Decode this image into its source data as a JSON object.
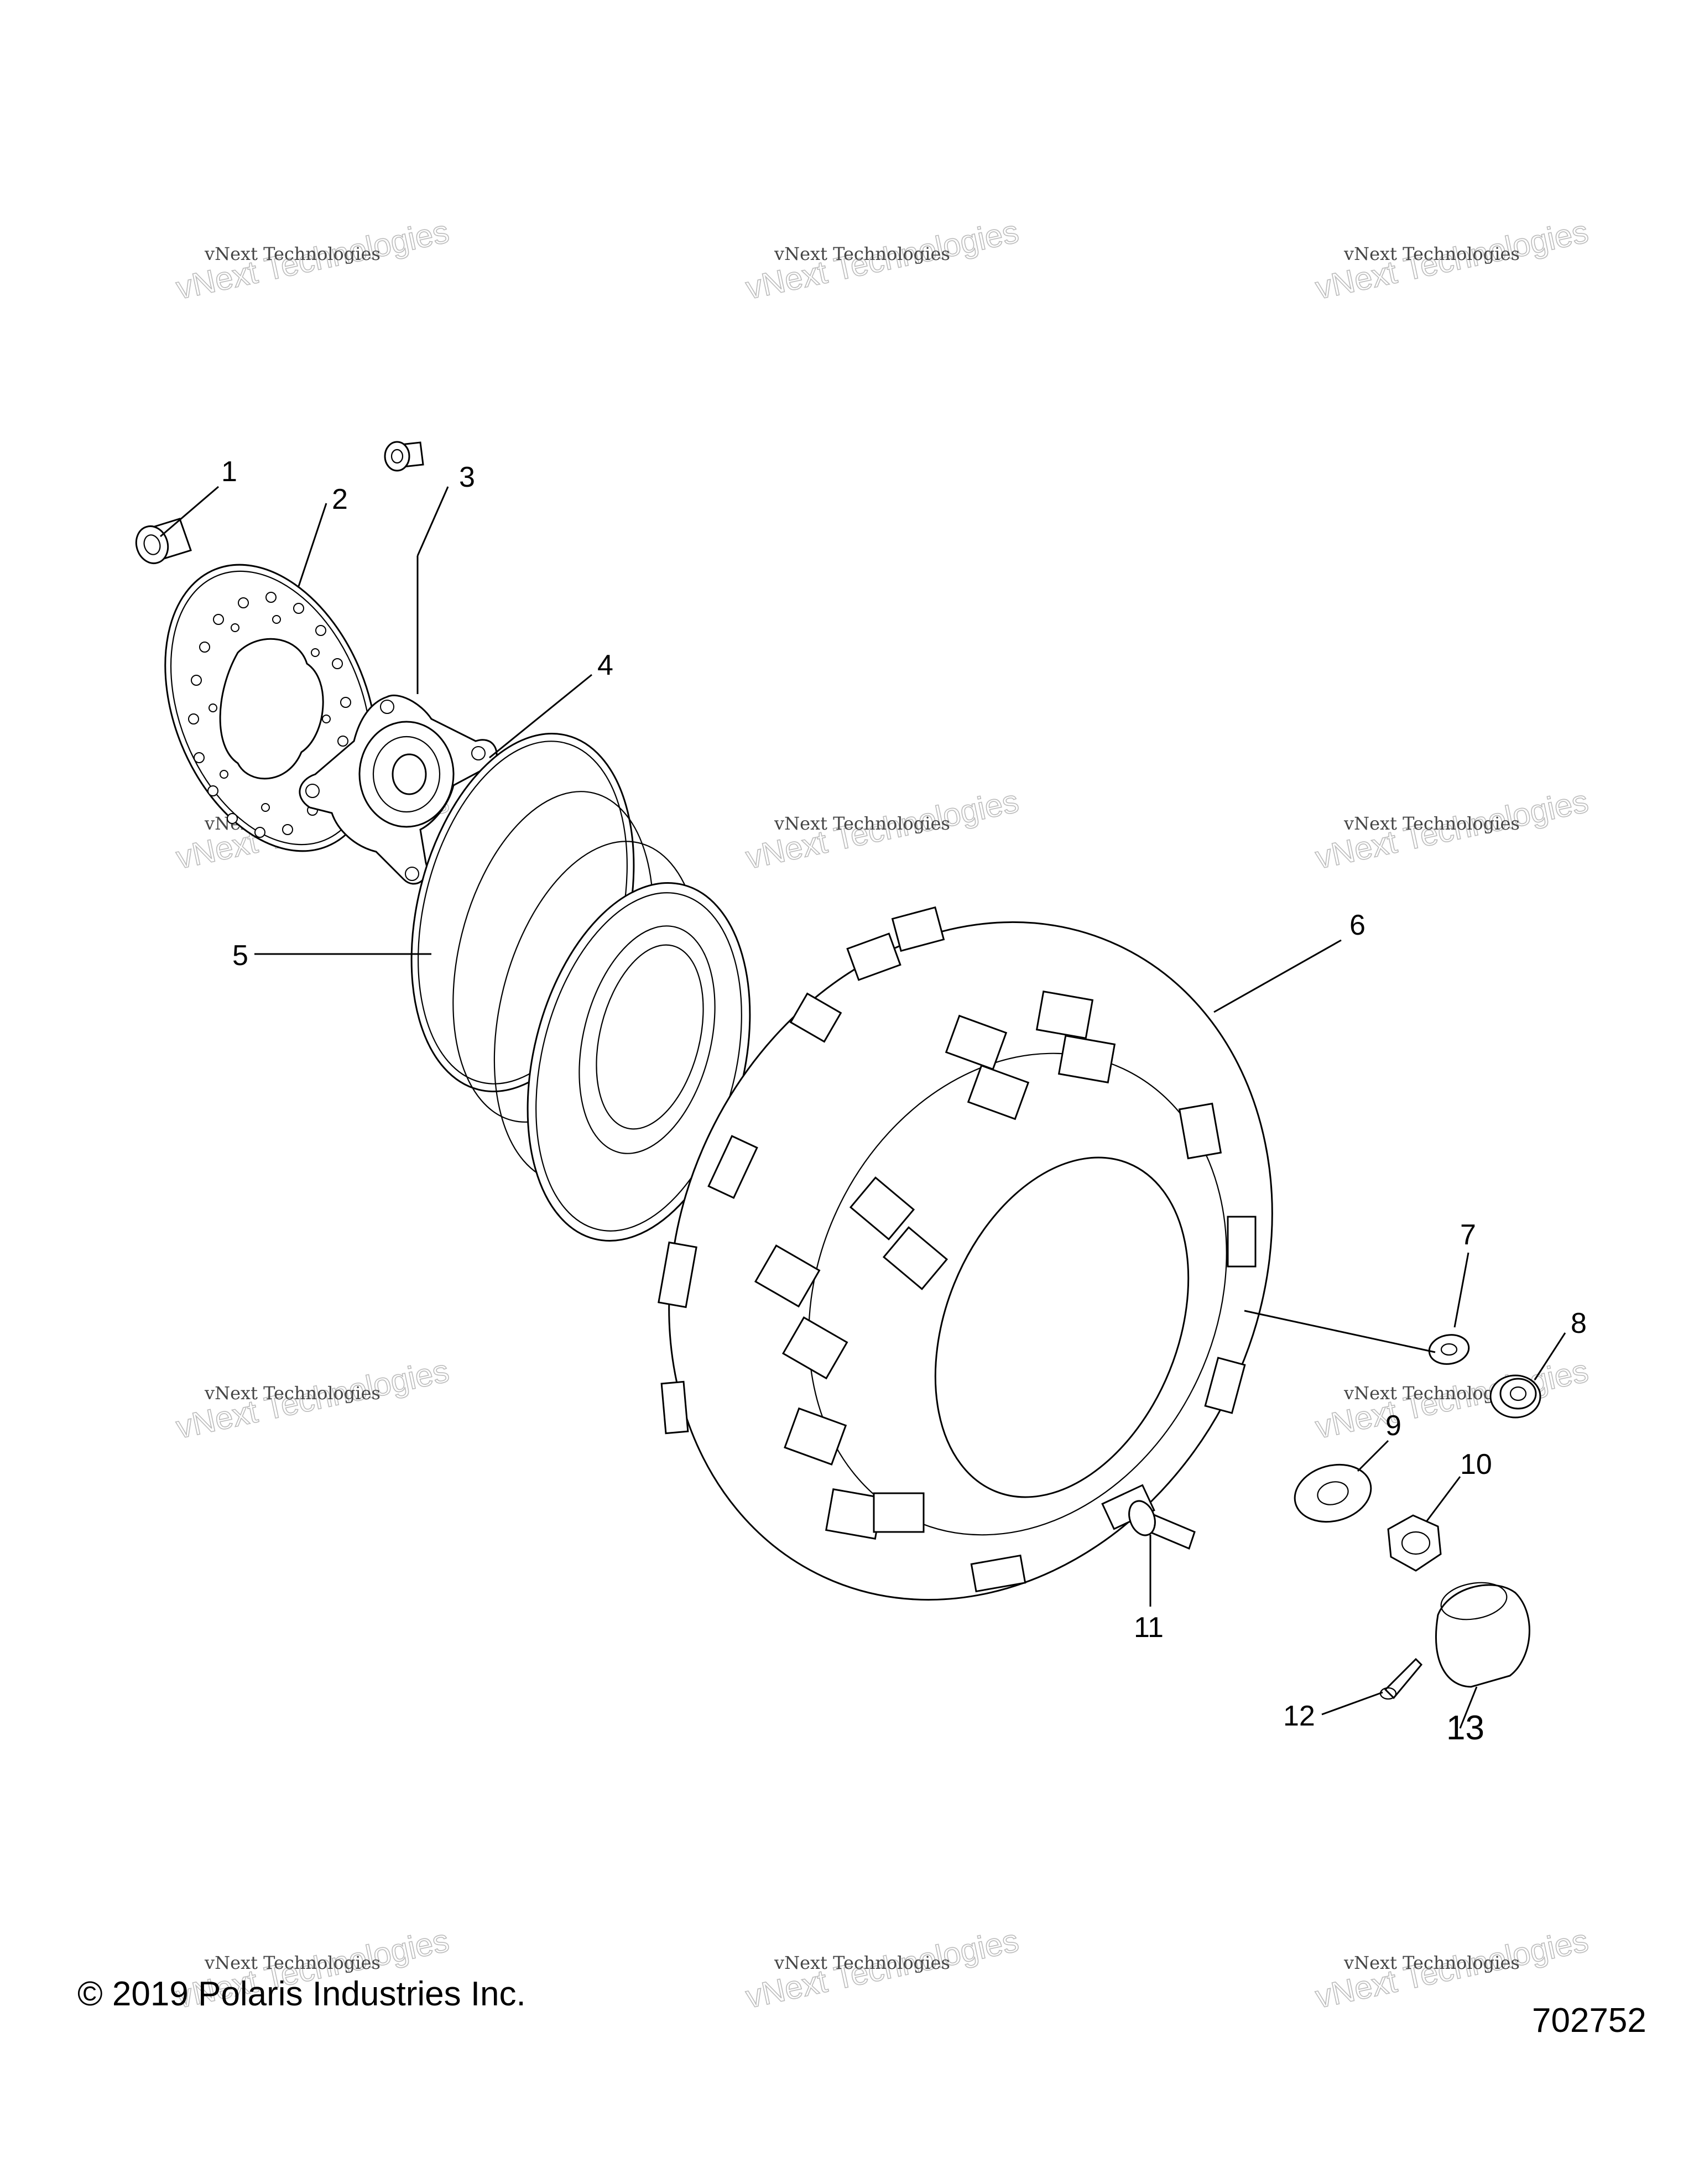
{
  "watermark": {
    "line_small": "vNext Technologies",
    "line_big": "vNext Technologies"
  },
  "callouts": [
    "1",
    "2",
    "3",
    "4",
    "5",
    "6",
    "7",
    "8",
    "9",
    "10",
    "11",
    "12",
    "13"
  ],
  "footer": {
    "copyright": "© 2019 Polaris Industries Inc.",
    "figure_number": "702752"
  }
}
